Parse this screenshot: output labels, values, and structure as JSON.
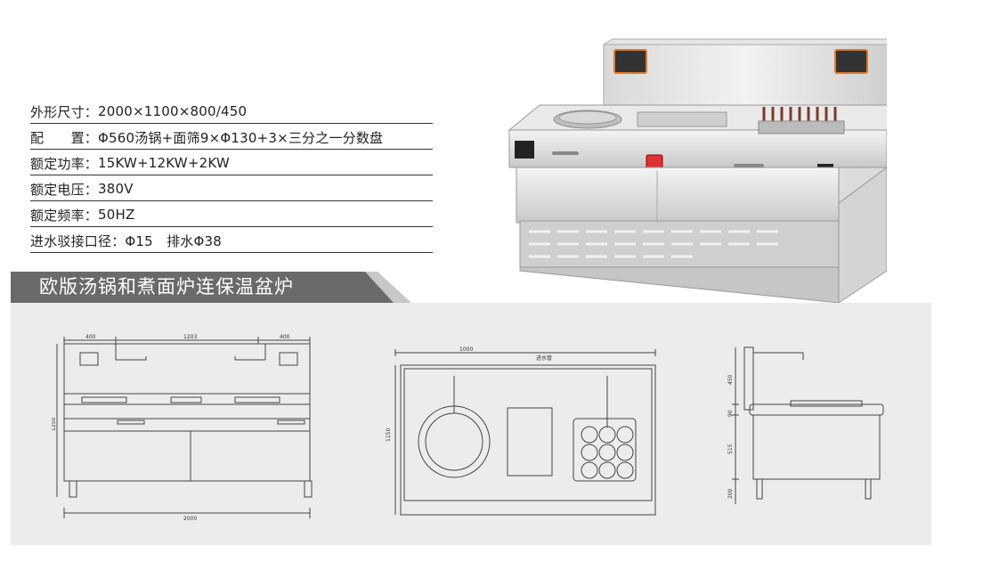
{
  "specs": [
    {
      "label": "外形尺寸：",
      "value": "2000×1100×800/450"
    },
    {
      "label": "配　　置：",
      "value": "Φ560汤锅+面筛9×Φ130+3×三分之一分数盘"
    },
    {
      "label": "额定功率：",
      "value": "15KW+12KW+2KW"
    },
    {
      "label": "额定电压：",
      "value": "380V"
    },
    {
      "label": "额定频率：",
      "value": "50HZ"
    },
    {
      "label": "进水驳接口径：",
      "value": "Φ15　排水Φ38"
    }
  ],
  "banner": {
    "title": "欧版汤锅和煮面炉连保温盆炉"
  },
  "front_view": {
    "dim_left": "400",
    "dim_mid": "1203",
    "dim_right": "400",
    "dim_total": "2000",
    "dim_height": "1250"
  },
  "top_view": {
    "dim_width": "1000",
    "dim_depth": "1150",
    "inlet_label": "进水管"
  },
  "side_view": {
    "dim_1": "450",
    "dim_2": "90",
    "dim_3": "515",
    "dim_4": "200"
  },
  "colors": {
    "banner_dark": "#6a6a6a",
    "banner_light": "#c8c8c8",
    "panel_bg": "#ececec",
    "accent_orange": "#e07a2a",
    "accent_red": "#d33"
  }
}
